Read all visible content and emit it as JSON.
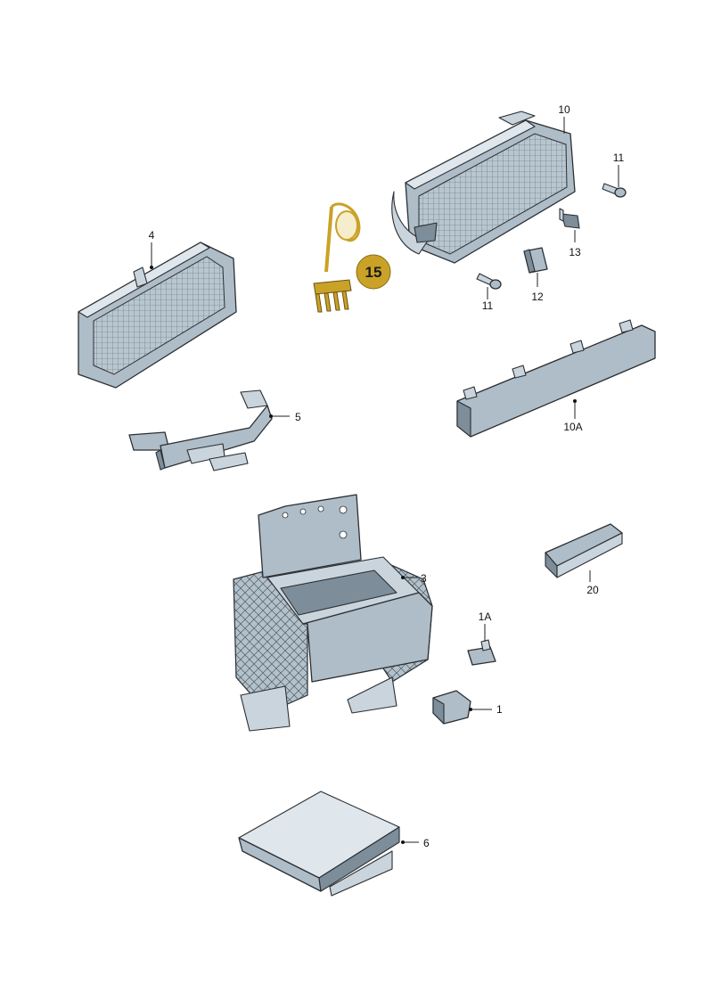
{
  "callouts": {
    "p10": "10",
    "p11a": "11",
    "p11b": "11",
    "p13": "13",
    "p12": "12",
    "p4": "4",
    "p5": "5",
    "p10a": "10A",
    "p3": "3",
    "p20": "20",
    "p1a": "1A",
    "p1": "1",
    "p6": "6"
  },
  "highlight": {
    "label": "15",
    "color": "#c9a227"
  },
  "colors": {
    "part": "#aebdc8",
    "outline": "#2b2f33",
    "highlight": "#c9a227"
  }
}
